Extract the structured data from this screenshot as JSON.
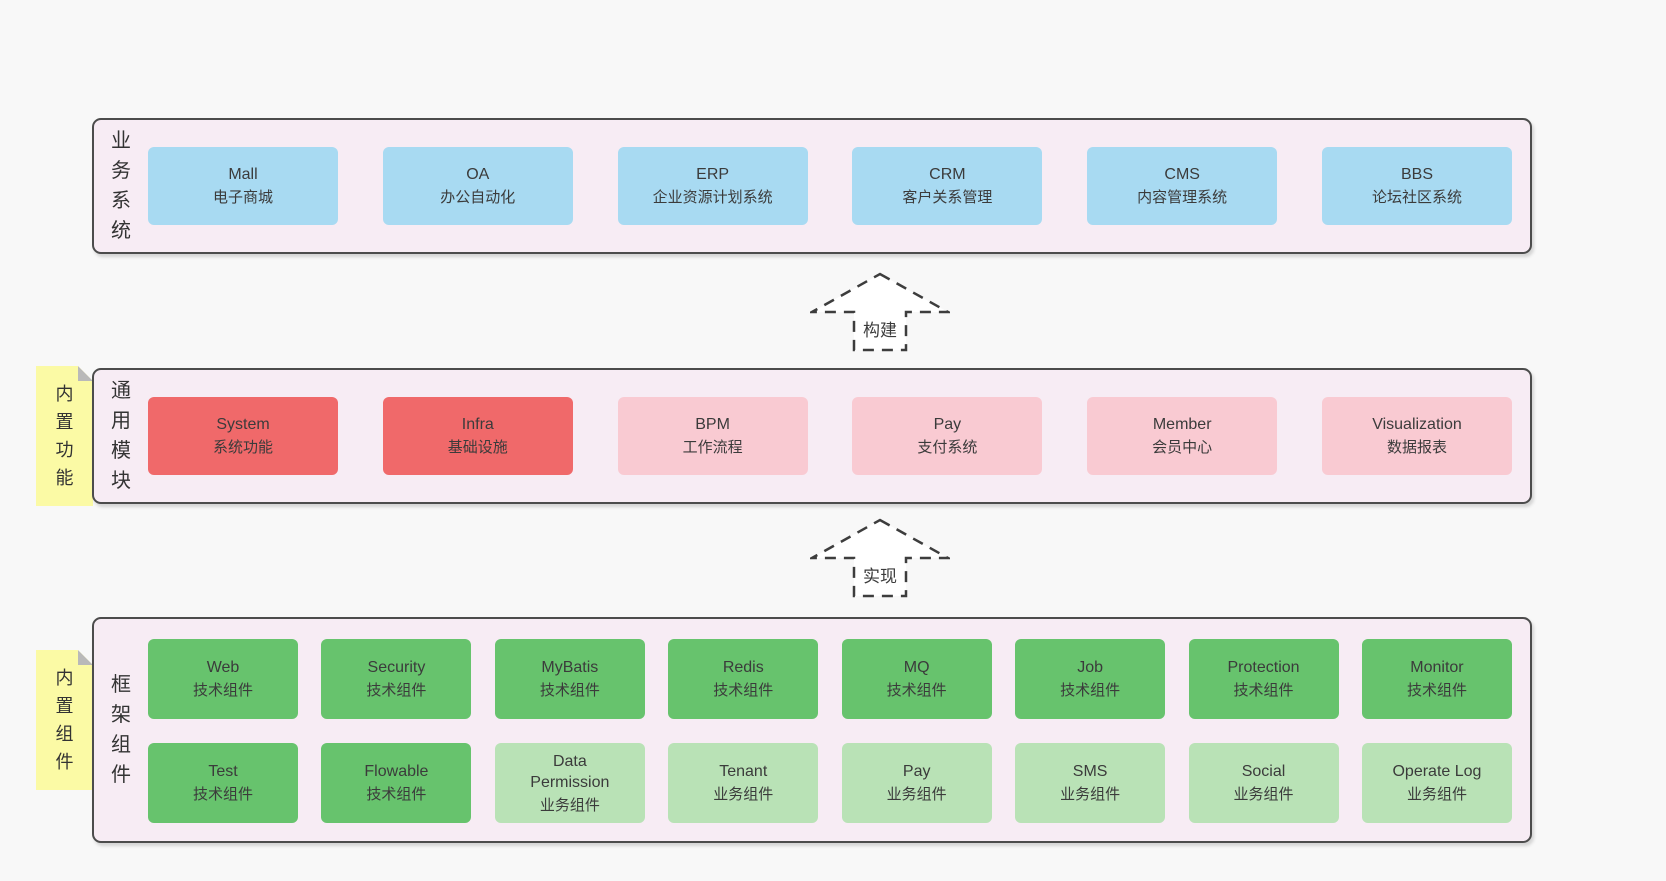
{
  "colors": {
    "page_bg": "#f8f8f8",
    "band_bg": "#f7ecf4",
    "band_border": "#4c4c4c",
    "blue_box": "#a8daf2",
    "red_box": "#f0696a",
    "pink_box": "#f9cad2",
    "green_box": "#67c36d",
    "light_green_box": "#b9e2b6",
    "sticky_yellow": "#fbfaa5",
    "text": "#3b3b3b"
  },
  "bands": {
    "business": {
      "label": "业务系统",
      "items": [
        {
          "name": "Mall",
          "desc": "电子商城"
        },
        {
          "name": "OA",
          "desc": "办公自动化"
        },
        {
          "name": "ERP",
          "desc": "企业资源计划系统"
        },
        {
          "name": "CRM",
          "desc": "客户关系管理"
        },
        {
          "name": "CMS",
          "desc": "内容管理系统"
        },
        {
          "name": "BBS",
          "desc": "论坛社区系统"
        }
      ]
    },
    "modules": {
      "label": "通用模块",
      "sticky": "内置功能",
      "items": [
        {
          "name": "System",
          "desc": "系统功能"
        },
        {
          "name": "Infra",
          "desc": "基础设施"
        },
        {
          "name": "BPM",
          "desc": "工作流程"
        },
        {
          "name": "Pay",
          "desc": "支付系统"
        },
        {
          "name": "Member",
          "desc": "会员中心"
        },
        {
          "name": "Visualization",
          "desc": "数据报表"
        }
      ]
    },
    "framework": {
      "label": "框架组件",
      "sticky": "内置组件",
      "row1": [
        {
          "name": "Web",
          "desc": "技术组件"
        },
        {
          "name": "Security",
          "desc": "技术组件"
        },
        {
          "name": "MyBatis",
          "desc": "技术组件"
        },
        {
          "name": "Redis",
          "desc": "技术组件"
        },
        {
          "name": "MQ",
          "desc": "技术组件"
        },
        {
          "name": "Job",
          "desc": "技术组件"
        },
        {
          "name": "Protection",
          "desc": "技术组件"
        },
        {
          "name": "Monitor",
          "desc": "技术组件"
        }
      ],
      "row2": [
        {
          "name": "Test",
          "desc": "技术组件"
        },
        {
          "name": "Flowable",
          "desc": "技术组件"
        },
        {
          "name": "Data Permission",
          "desc": "业务组件"
        },
        {
          "name": "Tenant",
          "desc": "业务组件"
        },
        {
          "name": "Pay",
          "desc": "业务组件"
        },
        {
          "name": "SMS",
          "desc": "业务组件"
        },
        {
          "name": "Social",
          "desc": "业务组件"
        },
        {
          "name": "Operate Log",
          "desc": "业务组件"
        }
      ]
    }
  },
  "arrows": [
    {
      "label": "构建"
    },
    {
      "label": "实现"
    }
  ]
}
